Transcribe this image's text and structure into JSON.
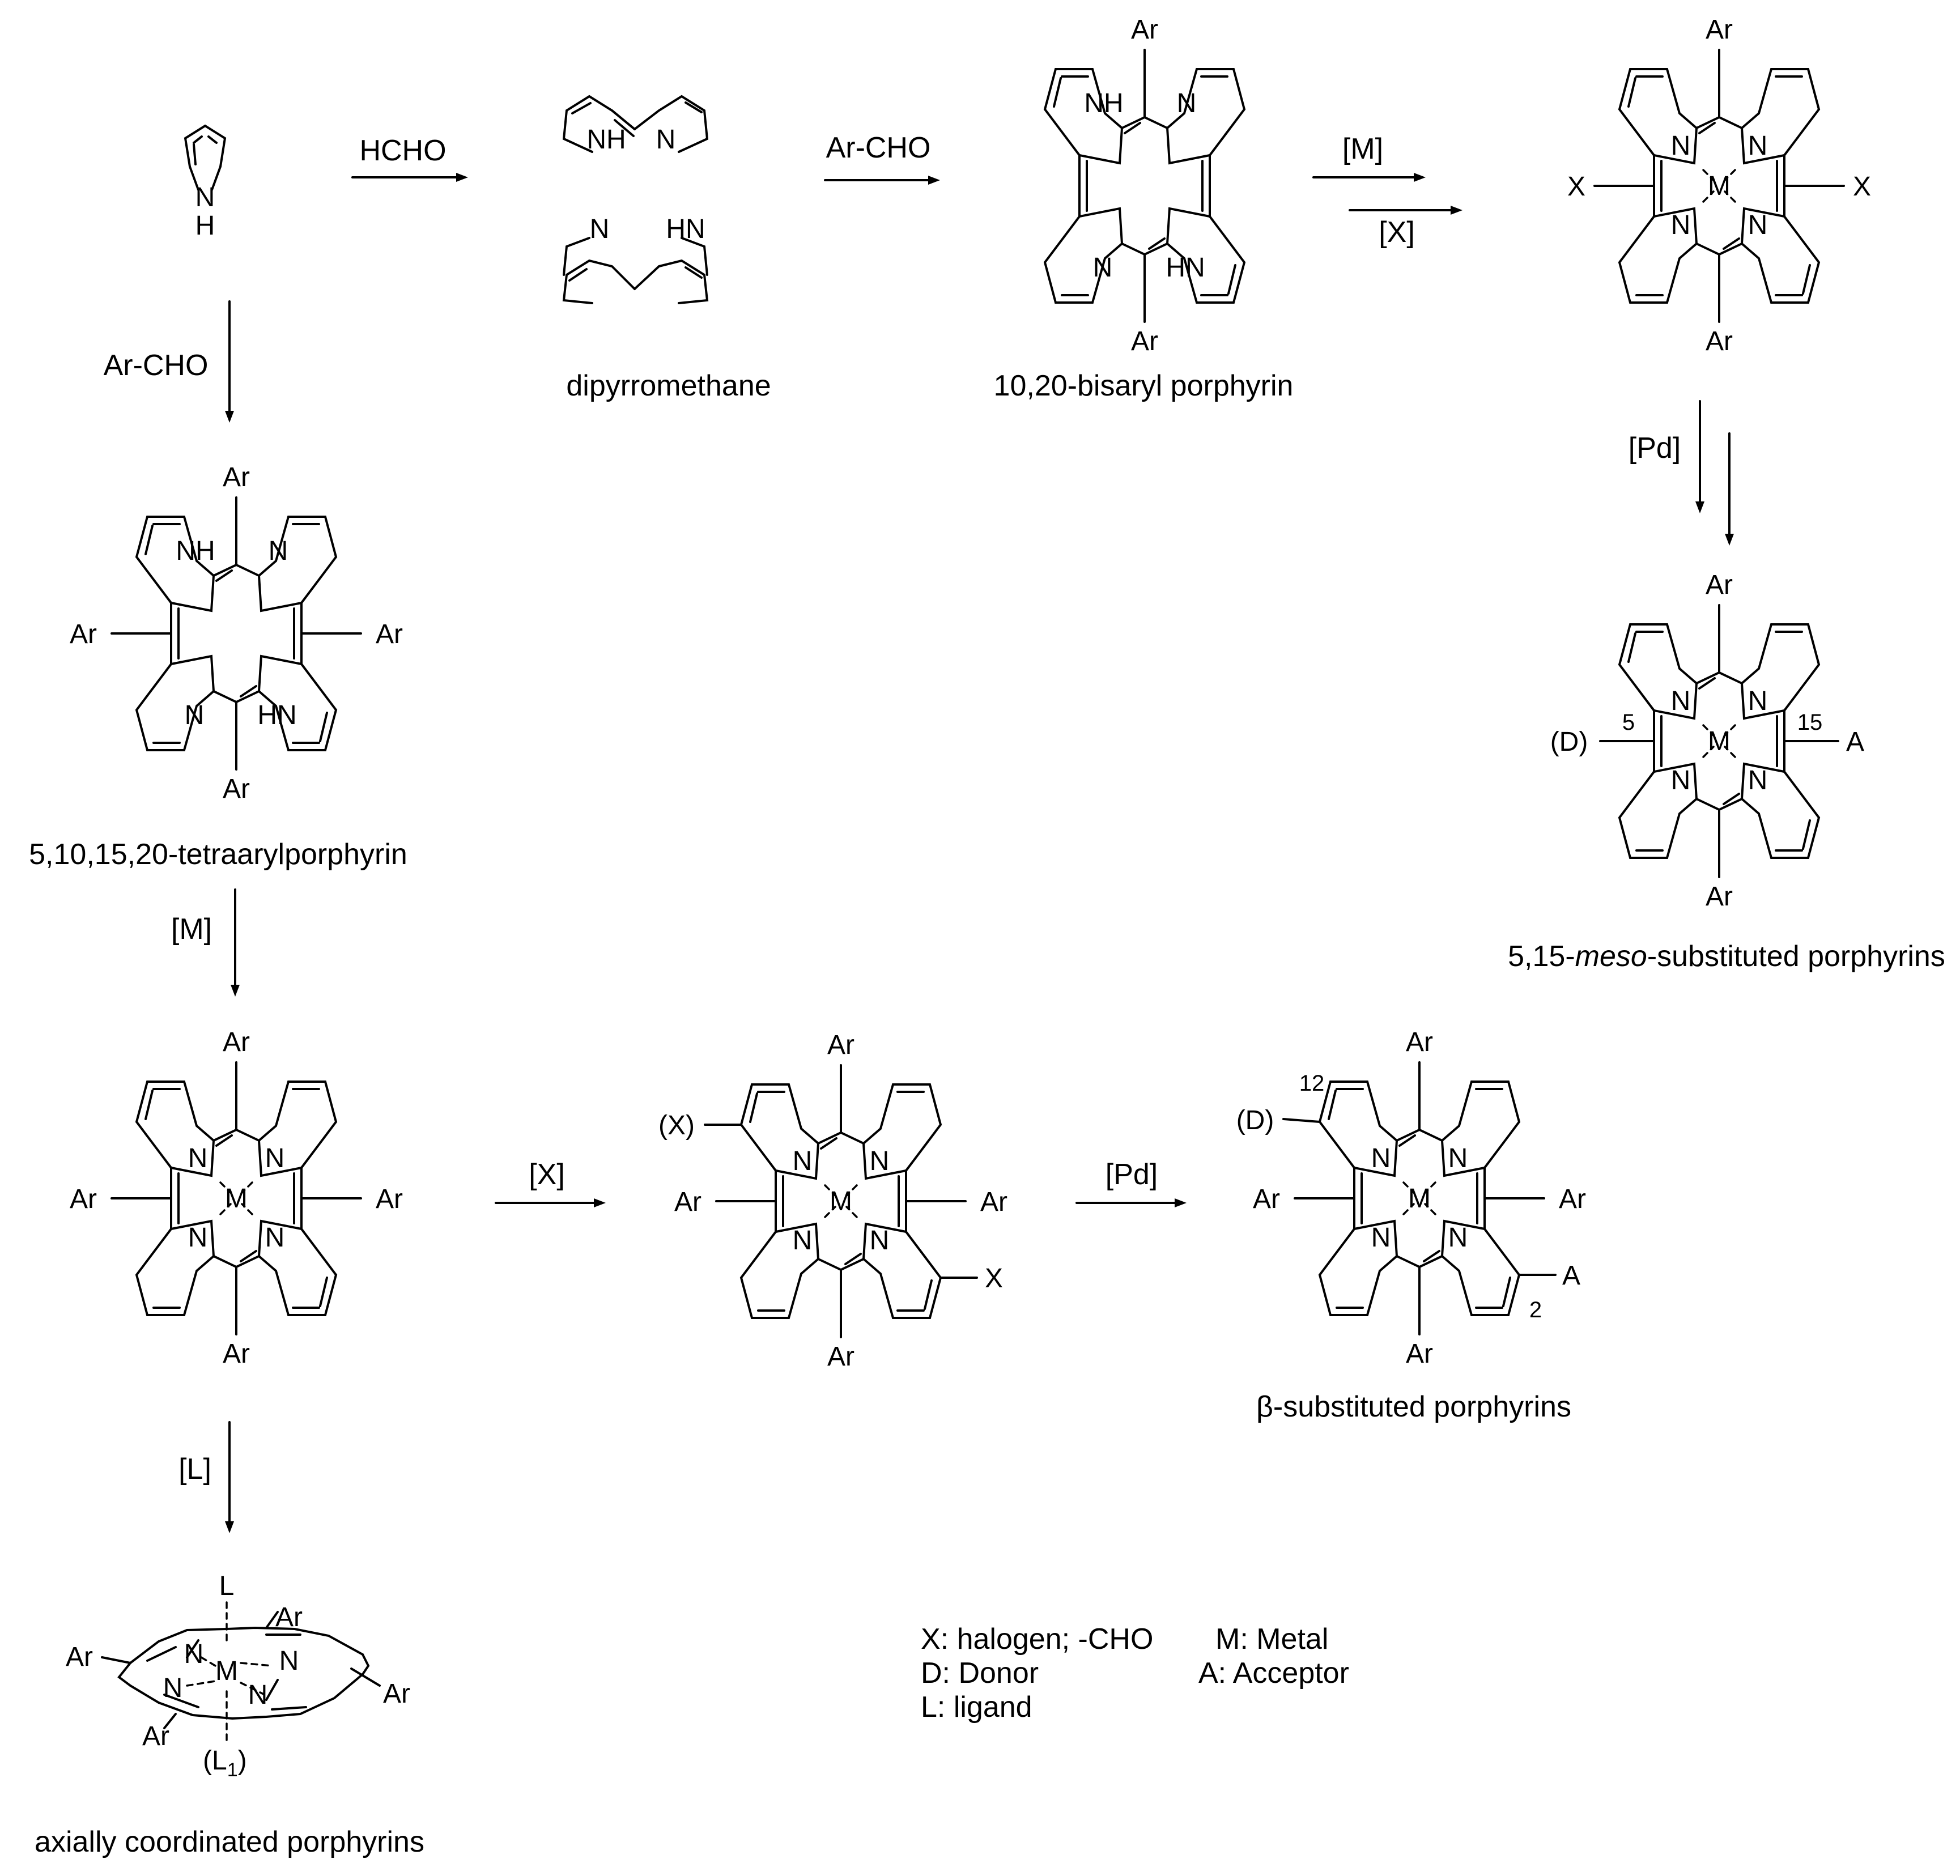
{
  "labels": {
    "ar": "Ar",
    "nh": "NH",
    "hn": "HN",
    "n": "N",
    "h": "H",
    "m": "M",
    "x": "X",
    "x_paren": "(X)",
    "d_paren": "(D)",
    "a": "A",
    "l": "L",
    "l1_open": "(L",
    "l1_sub": "1",
    "l1_close": ")",
    "num_5": "5",
    "num_15": "15",
    "num_12": "12",
    "num_2": "2"
  },
  "conditions": {
    "hcho": "HCHO",
    "ar_cho_1": "Ar-CHO",
    "ar_cho_2": "Ar-CHO",
    "m_1": "[M]",
    "x_1": "[X]",
    "pd_1": "[Pd]",
    "m_2": "[M]",
    "x_2": "[X]",
    "pd_2": "[Pd]",
    "l": "[L]"
  },
  "captions": {
    "dipyrromethane": "dipyrromethane",
    "bisaryl": "10,20-bisaryl porphyrin",
    "tetraaryl": "5,10,15,20-tetraarylporphyrin",
    "meso_prefix": "5,15-",
    "meso_italic": "meso",
    "meso_suffix": "-substituted porphyrins",
    "beta": "β-substituted porphyrins",
    "axial": "axially coordinated porphyrins"
  },
  "legend": {
    "x": "X:  halogen; -CHO",
    "m": "M:  Metal",
    "d": "D:  Donor",
    "a": "A:  Acceptor",
    "l": "L:  ligand"
  }
}
